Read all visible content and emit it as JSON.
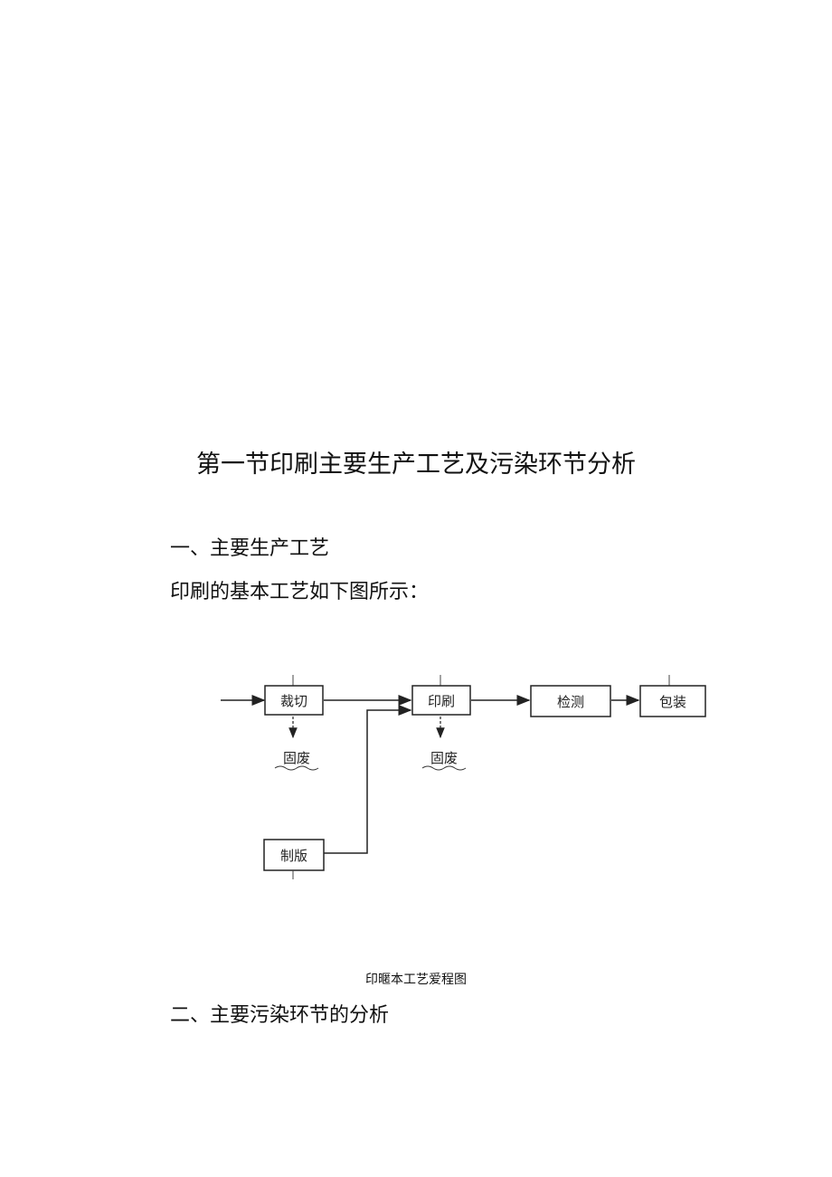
{
  "section": {
    "title": "第一节印刷主要生产工艺及污染环节分析"
  },
  "part1": {
    "heading": "一、主要生产工艺",
    "intro": "印刷的基本工艺如下图所示："
  },
  "diagram": {
    "nodes": {
      "cutting": "裁切",
      "printing": "印刷",
      "inspection": "检测",
      "packaging": "包装",
      "platemaking": "制版"
    },
    "wastes": {
      "cutting_waste": "固废",
      "printing_waste": "固废"
    },
    "caption": "印暱本工艺爱程图"
  },
  "part2": {
    "heading": "二、主要污染环节的分析"
  }
}
